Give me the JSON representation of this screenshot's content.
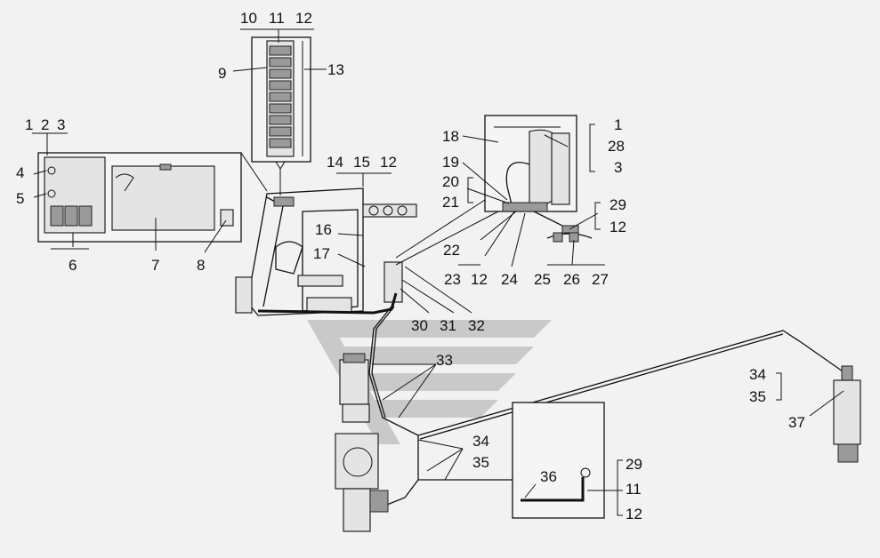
{
  "callouts": [
    {
      "id": "c1a",
      "text": "1"
    },
    {
      "id": "c2a",
      "text": "2"
    },
    {
      "id": "c3a",
      "text": "3"
    },
    {
      "id": "c4",
      "text": "4"
    },
    {
      "id": "c5",
      "text": "5"
    },
    {
      "id": "c6",
      "text": "6"
    },
    {
      "id": "c7",
      "text": "7"
    },
    {
      "id": "c8",
      "text": "8"
    },
    {
      "id": "c9",
      "text": "9"
    },
    {
      "id": "c10",
      "text": "10"
    },
    {
      "id": "c11a",
      "text": "11"
    },
    {
      "id": "c12a",
      "text": "12"
    },
    {
      "id": "c13",
      "text": "13"
    },
    {
      "id": "c14",
      "text": "14"
    },
    {
      "id": "c15",
      "text": "15"
    },
    {
      "id": "c12b",
      "text": "12"
    },
    {
      "id": "c16",
      "text": "16"
    },
    {
      "id": "c17",
      "text": "17"
    },
    {
      "id": "c18",
      "text": "18"
    },
    {
      "id": "c19",
      "text": "19"
    },
    {
      "id": "c20",
      "text": "20"
    },
    {
      "id": "c21",
      "text": "21"
    },
    {
      "id": "c1b",
      "text": "1"
    },
    {
      "id": "c28",
      "text": "28"
    },
    {
      "id": "c3b",
      "text": "3"
    },
    {
      "id": "c29a",
      "text": "29"
    },
    {
      "id": "c12c",
      "text": "12"
    },
    {
      "id": "c22",
      "text": "22"
    },
    {
      "id": "c23",
      "text": "23"
    },
    {
      "id": "c12d",
      "text": "12"
    },
    {
      "id": "c24",
      "text": "24"
    },
    {
      "id": "c25",
      "text": "25"
    },
    {
      "id": "c26",
      "text": "26"
    },
    {
      "id": "c27",
      "text": "27"
    },
    {
      "id": "c30",
      "text": "30"
    },
    {
      "id": "c31",
      "text": "31"
    },
    {
      "id": "c32",
      "text": "32"
    },
    {
      "id": "c33",
      "text": "33"
    },
    {
      "id": "c34a",
      "text": "34"
    },
    {
      "id": "c35a",
      "text": "35"
    },
    {
      "id": "c37",
      "text": "37"
    },
    {
      "id": "c34b",
      "text": "34"
    },
    {
      "id": "c35b",
      "text": "35"
    },
    {
      "id": "c36",
      "text": "36"
    },
    {
      "id": "c29b",
      "text": "29"
    },
    {
      "id": "c11b",
      "text": "11"
    },
    {
      "id": "c12e",
      "text": "12"
    }
  ]
}
